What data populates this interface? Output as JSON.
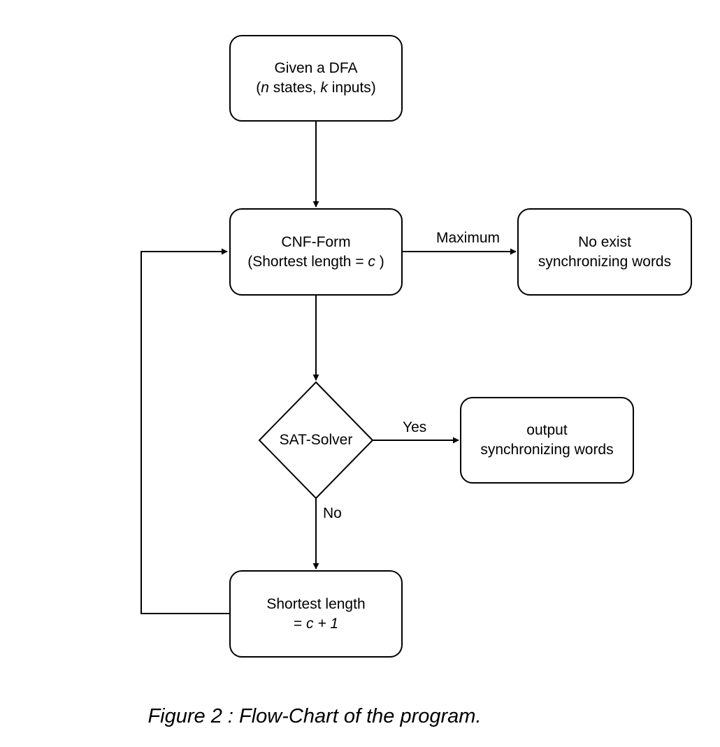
{
  "nodes": {
    "start": {
      "line1": "Given a DFA",
      "line2_open": "(",
      "line2_var1": "n",
      "line2_mid": " states, ",
      "line2_var2": "k",
      "line2_end": " inputs)"
    },
    "cnf": {
      "line1": "CNF-Form",
      "line2_text": "(Shortest length = ",
      "line2_var": "c",
      "line2_end": " )"
    },
    "no_exist": {
      "line1": "No exist",
      "line2": "synchronizing words"
    },
    "sat": {
      "label": "SAT-Solver"
    },
    "output": {
      "line1": "output",
      "line2": "synchronizing words"
    },
    "increment": {
      "line1": "Shortest length",
      "line2_prefix": "= ",
      "line2_var": "c + 1"
    }
  },
  "edges": {
    "maximum": "Maximum",
    "yes": "Yes",
    "no": "No"
  },
  "caption": "Figure 2 : Flow-Chart of the program."
}
